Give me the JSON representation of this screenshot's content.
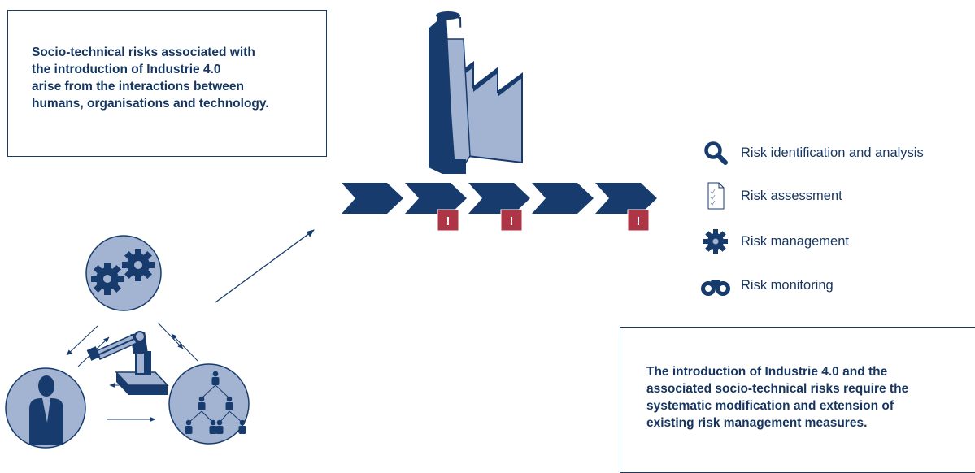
{
  "top_note": {
    "lines": [
      "Socio-technical risks associated with",
      "the introduction of Industrie 4.0",
      "arise from the interactions between",
      "humans, organisations and technology."
    ]
  },
  "bottom_note": {
    "lines": [
      "The introduction of Industrie 4.0 and the",
      "associated socio-technical risks require the",
      "systematic modification and extension of",
      "existing risk management measures."
    ]
  },
  "process": {
    "stage_count": 5,
    "warning_symbol": "!",
    "warnings_after_stages": [
      2,
      3,
      5
    ]
  },
  "legend": [
    {
      "icon": "magnifier-icon",
      "label": "Risk identification and analysis"
    },
    {
      "icon": "checklist-icon",
      "label": "Risk assessment"
    },
    {
      "icon": "gear-icon",
      "label": "Risk management"
    },
    {
      "icon": "binoculars-icon",
      "label": "Risk monitoring"
    }
  ],
  "colors": {
    "navy": "#173b6c",
    "light_blue": "#a3b3d2",
    "warning_red": "#ad3545",
    "text": "#16355f"
  }
}
